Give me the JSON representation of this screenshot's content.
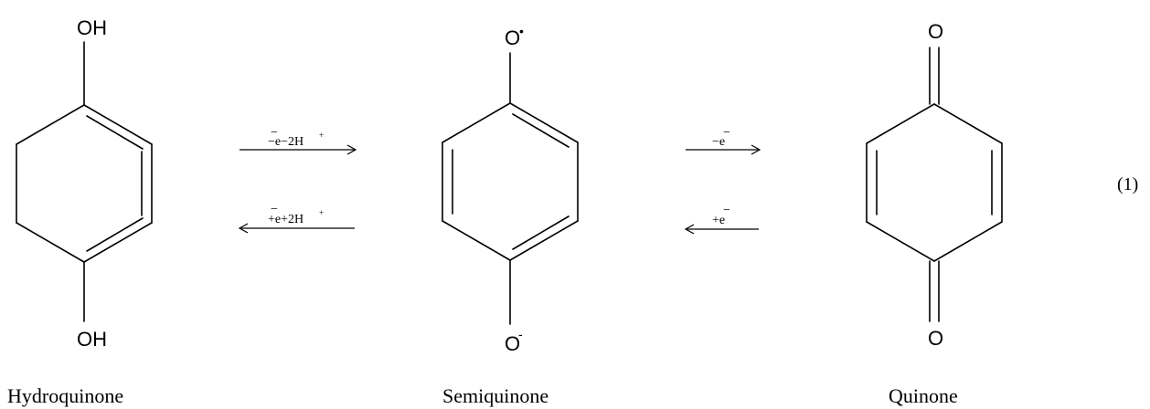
{
  "compounds": [
    {
      "name": "Hydroquinone",
      "top_atom": "OH",
      "bottom_atom": "OH"
    },
    {
      "name": "Semiquinone",
      "top_atom": "O",
      "top_mark": "•",
      "bottom_atom": "O",
      "bottom_mark": "-"
    },
    {
      "name": "Quinone",
      "top_atom": "O",
      "bottom_atom": "O"
    }
  ],
  "arrows": {
    "ox_1": {
      "text": "−e−2H",
      "sup": "+",
      "bar": "−"
    },
    "red_1": {
      "text": "+e+2H",
      "sup": "+",
      "bar": "−"
    },
    "ox_2": {
      "text": "−e",
      "bar": "−"
    },
    "red_2": {
      "text": "+e",
      "bar": "−"
    }
  },
  "equation_number": "(1)"
}
